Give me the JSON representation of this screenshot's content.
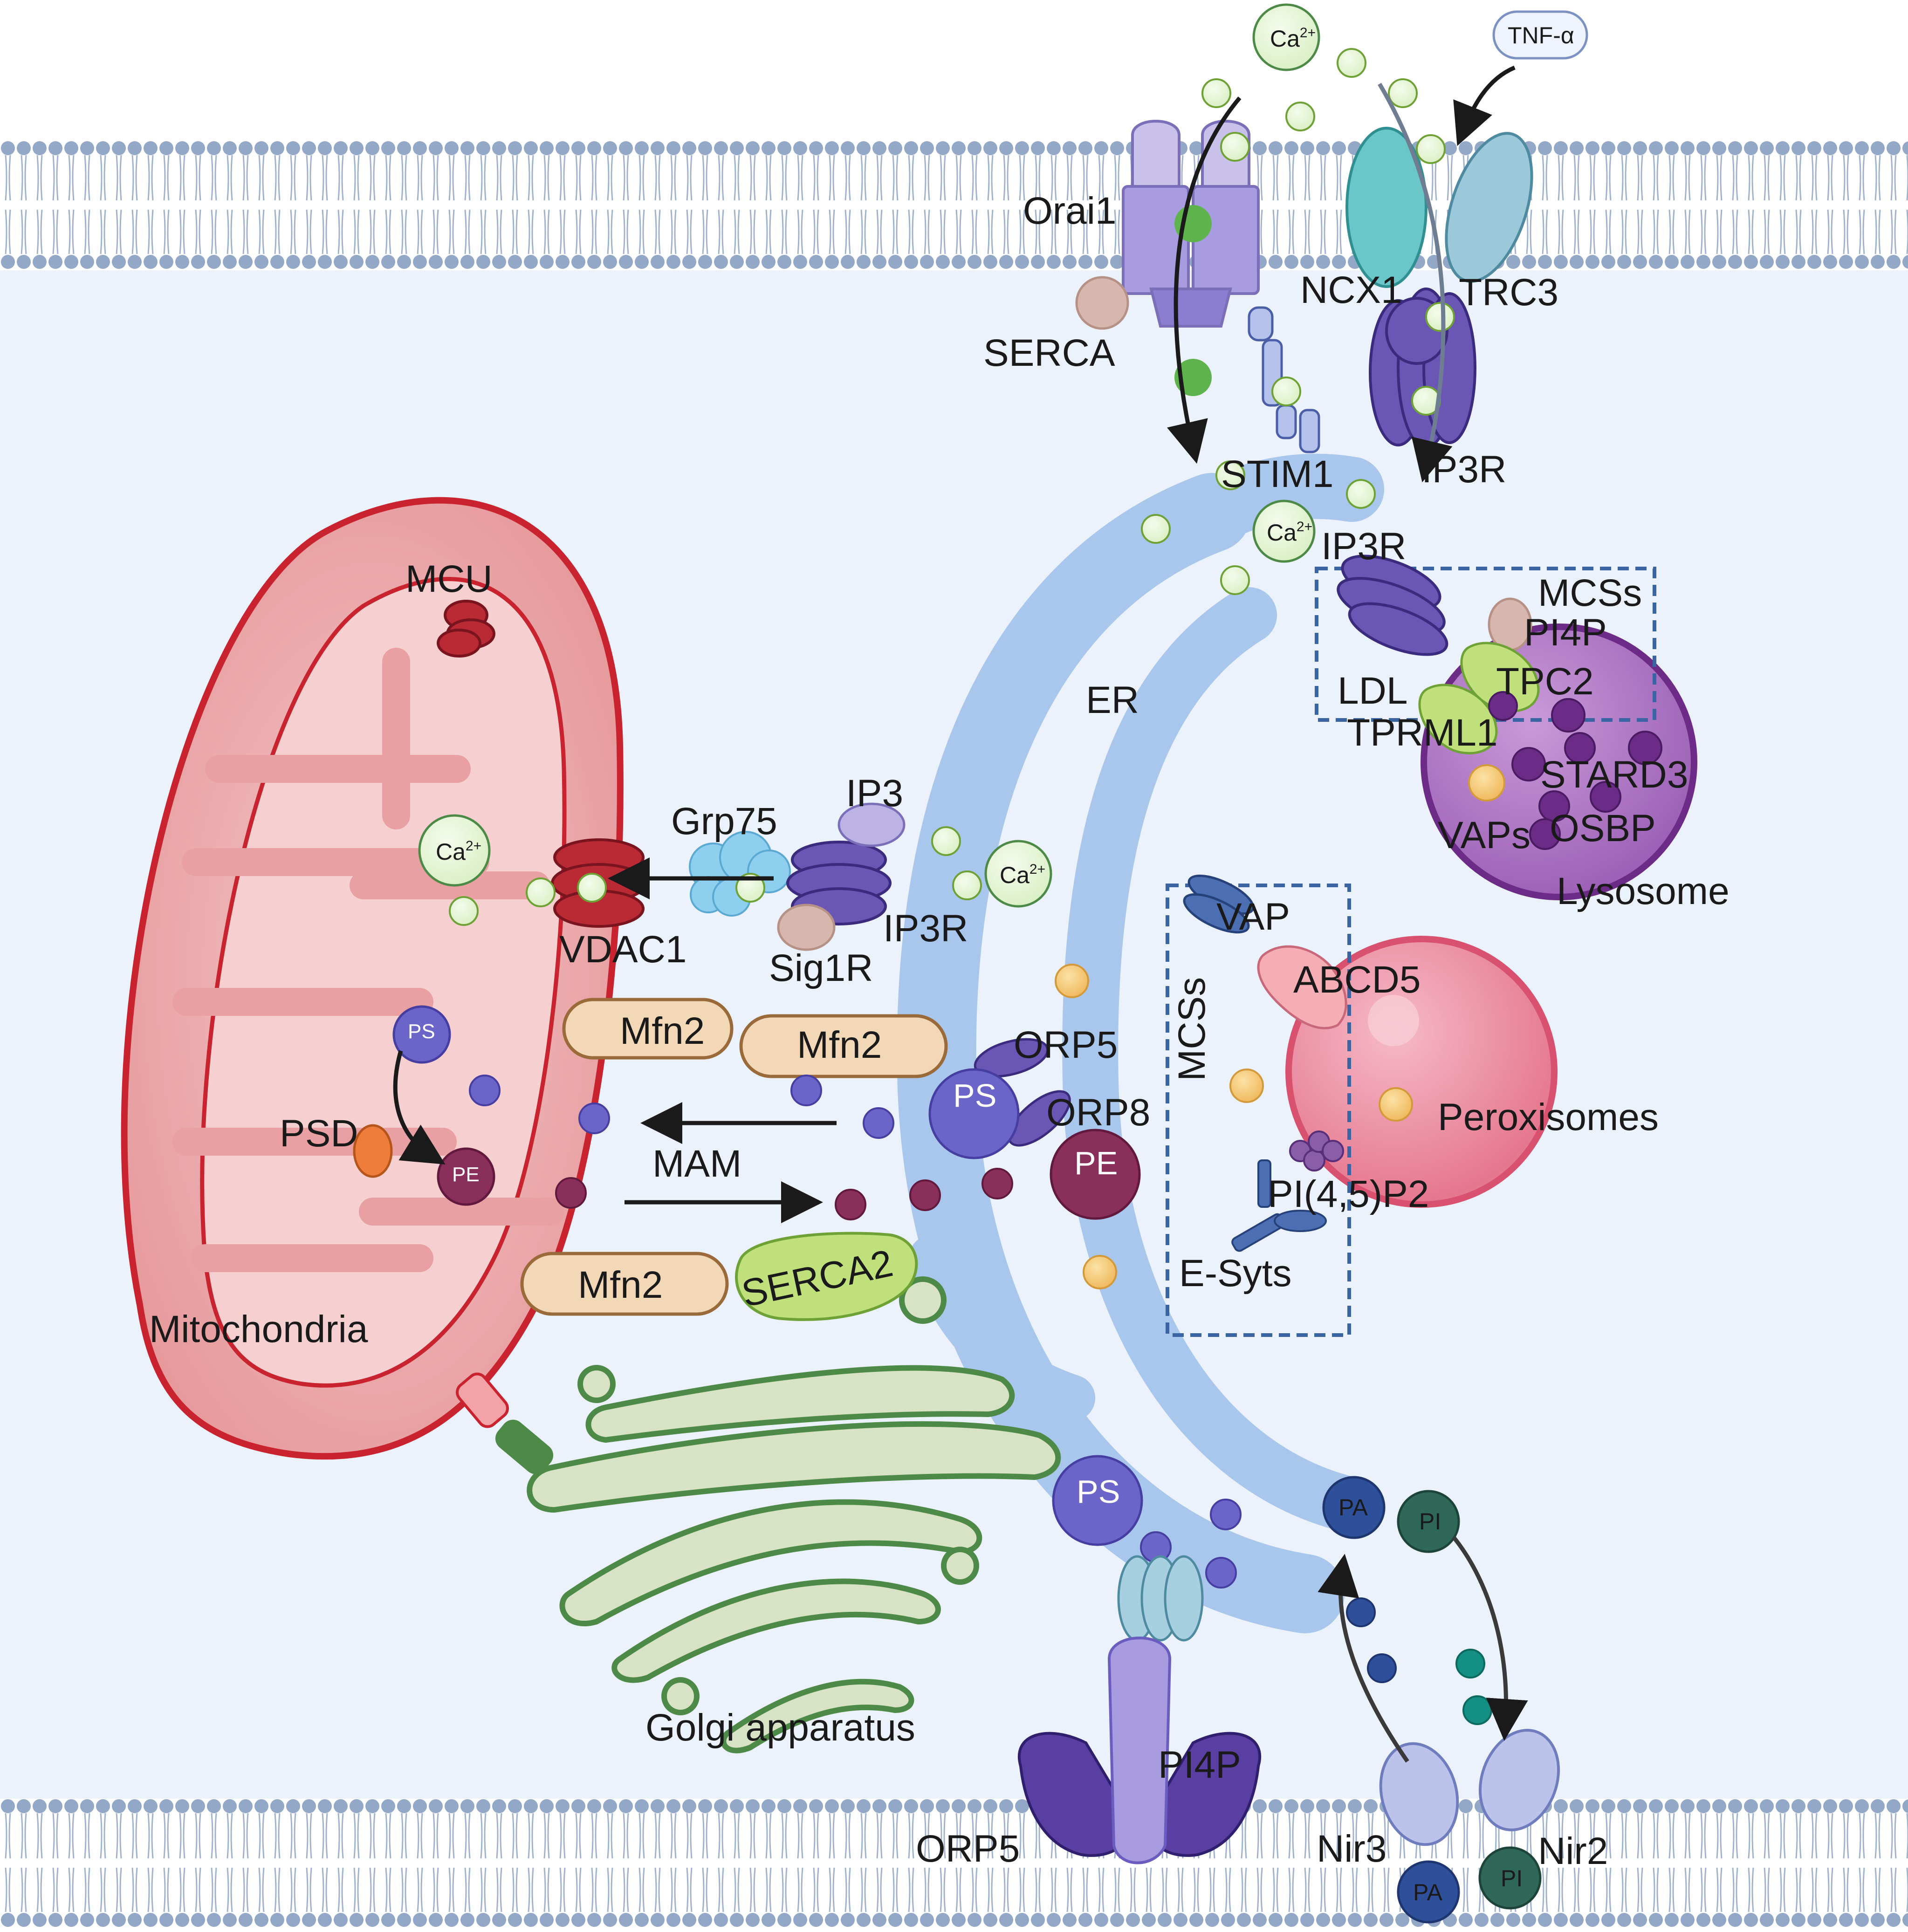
{
  "colors": {
    "membrane_head": "#93a7c6",
    "cytoplasm": "#ecf2fb",
    "er": "#a9c6ec",
    "mito_outline": "#c8232e",
    "mito_fill": "#e9a3a5",
    "lysosome": "#9b5bb5",
    "peroxisome": "#e87c96",
    "golgi": "#d8e3c6",
    "golgi_outline": "#4e8a47"
  },
  "labels": {
    "ca_top": "Ca",
    "ca_sup": "2+",
    "tnf": "TNF-α",
    "orai1": "Orai1",
    "ncx1": "NCX1",
    "trc3": "TRC3",
    "serca": "SERCA",
    "stim1": "STIM1",
    "ip3r_top": "IP3R",
    "ip3r_er": "IP3R",
    "mcss_lys": "MCSs",
    "pi4p_lys": "PI4P",
    "tpc2": "TPC2",
    "ldl": "LDL",
    "tprml1": "TPRML1",
    "stard3": "STARD3",
    "vaps": "VAPs",
    "osbp": "OSBP",
    "lysosome": "Lysosome",
    "er": "ER",
    "mcu": "MCU",
    "grp75": "Grp75",
    "ip3": "IP3",
    "ip3r_mam": "IP3R",
    "vdac1": "VDAC1",
    "sig1r": "Sig1R",
    "vap": "VAP",
    "abcd5": "ABCD5",
    "mcss_perox": "MCSs",
    "peroxisomes": "Peroxisomes",
    "mfn2_a": "Mfn2",
    "mfn2_b": "Mfn2",
    "mfn2_c": "Mfn2",
    "orp5_mam": "ORP5",
    "orp8": "ORP8",
    "ps_big": "PS",
    "pe_big": "PE",
    "ps_mito": "PS",
    "pe_mito": "PE",
    "psd": "PSD",
    "mam": "MAM",
    "serca2": "SERCA2",
    "pi45p2": "PI(4,5)P2",
    "esyts": "E-Syts",
    "mitochondria": "Mitochondria",
    "golgi": "Golgi apparatus",
    "ps_golgi": "PS",
    "pa_top": "PA",
    "pi_top": "PI",
    "pi4p_pm": "PI4P",
    "orp5_pm": "ORP5",
    "nir3": "Nir3",
    "nir2": "Nir2",
    "pa_bottom": "PA",
    "pi_bottom": "PI"
  }
}
